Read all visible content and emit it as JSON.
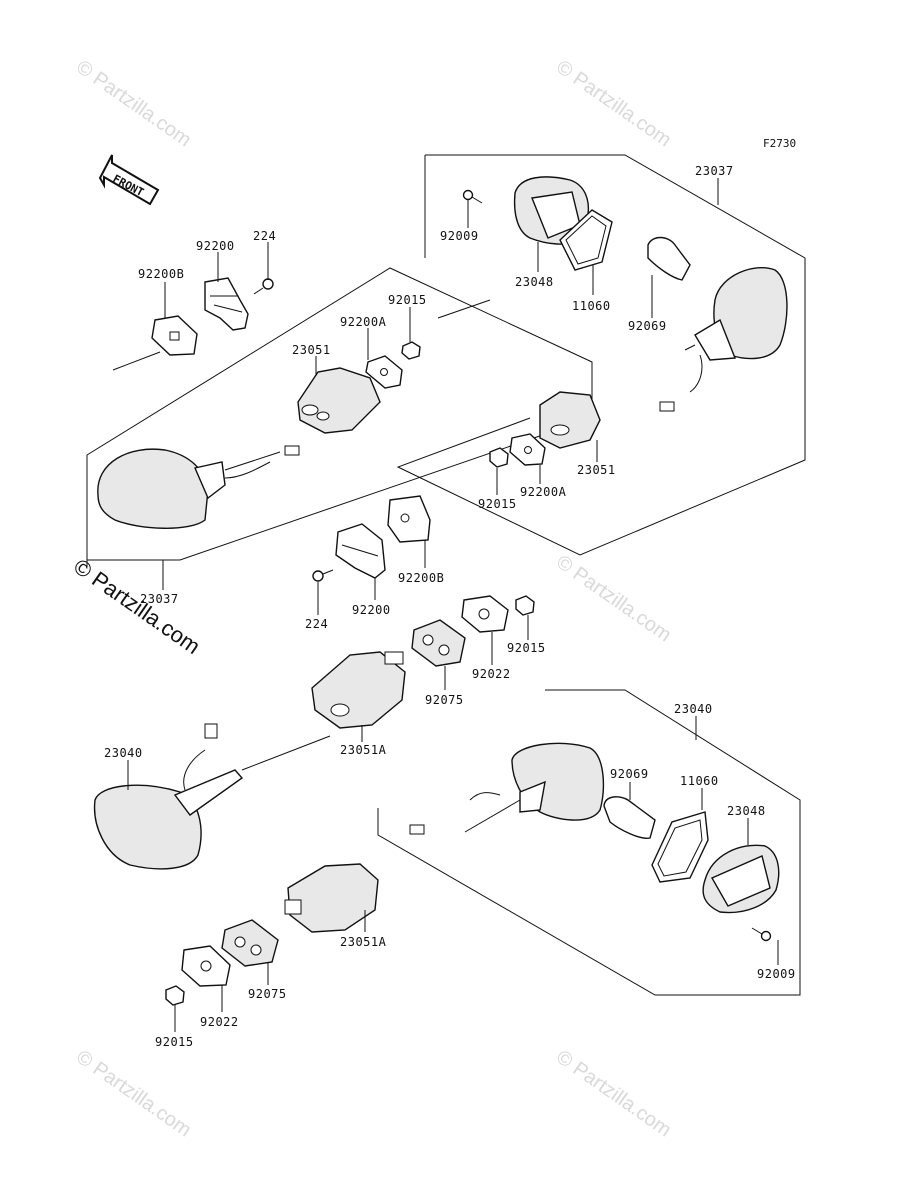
{
  "diagram": {
    "figure_code": "F2730",
    "front_label": "FRONT",
    "watermark_text": "© Partzilla.com",
    "main_watermark_text": "© Partzilla.com",
    "callouts": [
      {
        "id": "c-224-top",
        "text": "224"
      },
      {
        "id": "c-92200-top",
        "text": "92200"
      },
      {
        "id": "c-92200B-top",
        "text": "92200B"
      },
      {
        "id": "c-92015-top",
        "text": "92015"
      },
      {
        "id": "c-92200A-top",
        "text": "92200A"
      },
      {
        "id": "c-23051-left",
        "text": "23051"
      },
      {
        "id": "c-23037-left",
        "text": "23037"
      },
      {
        "id": "c-23037-right",
        "text": "23037"
      },
      {
        "id": "c-92009-top",
        "text": "92009"
      },
      {
        "id": "c-23048-top",
        "text": "23048"
      },
      {
        "id": "c-11060-top",
        "text": "11060"
      },
      {
        "id": "c-92069-top",
        "text": "92069"
      },
      {
        "id": "c-23051-right",
        "text": "23051"
      },
      {
        "id": "c-92015-mid",
        "text": "92015"
      },
      {
        "id": "c-92200A-mid",
        "text": "92200A"
      },
      {
        "id": "c-92200B-mid",
        "text": "92200B"
      },
      {
        "id": "c-92200-mid",
        "text": "92200"
      },
      {
        "id": "c-224-mid",
        "text": "224"
      },
      {
        "id": "c-92015-mr",
        "text": "92015"
      },
      {
        "id": "c-92022-mid",
        "text": "92022"
      },
      {
        "id": "c-92075-mid",
        "text": "92075"
      },
      {
        "id": "c-23051A-mid",
        "text": "23051A"
      },
      {
        "id": "c-23040-left",
        "text": "23040"
      },
      {
        "id": "c-23040-right",
        "text": "23040"
      },
      {
        "id": "c-92069-bot",
        "text": "92069"
      },
      {
        "id": "c-11060-bot",
        "text": "11060"
      },
      {
        "id": "c-23048-bot",
        "text": "23048"
      },
      {
        "id": "c-92009-bot",
        "text": "92009"
      },
      {
        "id": "c-23051A-bot",
        "text": "23051A"
      },
      {
        "id": "c-92075-bot",
        "text": "92075"
      },
      {
        "id": "c-92022-bot",
        "text": "92022"
      },
      {
        "id": "c-92015-bot",
        "text": "92015"
      }
    ]
  }
}
